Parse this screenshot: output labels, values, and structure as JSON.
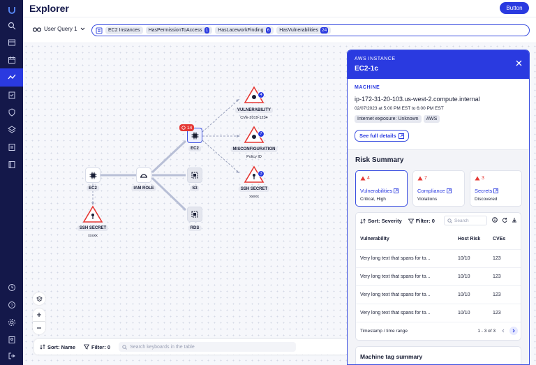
{
  "app": {
    "title": "Explorer",
    "button": "Button"
  },
  "query": {
    "selector": "User Query 1",
    "chips": [
      {
        "label": "EC2 Instances",
        "count": ""
      },
      {
        "label": "HasPermissionToAccess",
        "count": "1"
      },
      {
        "label": "HasLaceworkFinding",
        "count": "6"
      },
      {
        "label": "HasVulnerabilities",
        "count": "24"
      }
    ]
  },
  "graph": {
    "nodes": {
      "ec2_left": "EC2",
      "iam": "IAM ROLE",
      "ec2_center": "EC2",
      "s3": "S3",
      "rds": "RDS",
      "ssh_left": {
        "label": "SSH SECRET",
        "sub": "xxxxx"
      },
      "vuln": {
        "label": "VULNERABILITY",
        "sub": "CVE-2019-1234",
        "badge": "4"
      },
      "misconf": {
        "label": "MISCONFIGURATION",
        "sub": "Policy ID",
        "badge": "7"
      },
      "ssh_right": {
        "label": "SSH SECRET",
        "sub": "xxxxx",
        "badge": "3"
      }
    },
    "alert_count": "14"
  },
  "bottom": {
    "sort": "Sort: Name",
    "filter": "Filter: 0",
    "search_placeholder": "Search keyboards in the table"
  },
  "panel": {
    "kicker": "AWS INSTANCE",
    "title": "EC2-1c",
    "machine_label": "MACHINE",
    "machine_name": "ip-172-31-20-103.us-west-2.compute.internal",
    "date": "02/07/2023 at 5:00 PM EST to 6:00 PM EST",
    "tags": [
      "Internet exposure: Unknown",
      "AWS"
    ],
    "see_details": "See full details",
    "risk_title": "Risk Summary",
    "cards": [
      {
        "count": "4",
        "title": "Vulnerabilities",
        "sub": "Critical, High"
      },
      {
        "count": "7",
        "title": "Compliance",
        "sub": "Violations"
      },
      {
        "count": "3",
        "title": "Secrets",
        "sub": "Discovered"
      }
    ],
    "table": {
      "sort": "Sort: Severity",
      "filter": "Filter: 0",
      "search_placeholder": "Search",
      "headers": [
        "Vulnerability",
        "Host Risk",
        "CVEs"
      ],
      "rows": [
        [
          "Very long  text that spans for to...",
          "10/10",
          "123"
        ],
        [
          "Very long  text that spans for to...",
          "10/10",
          "123"
        ],
        [
          "Very long  text that spans for to...",
          "10/10",
          "123"
        ],
        [
          "Very long  text that spans for to...",
          "10/10",
          "123"
        ]
      ],
      "footer_left": "Timestamp / time range",
      "pagination": "1 - 3 of 3"
    },
    "machine_tag_summary": "Machine tag summary"
  },
  "colors": {
    "rail": "#14184a",
    "accent": "#2a3ae0",
    "alert": "#e53935"
  }
}
